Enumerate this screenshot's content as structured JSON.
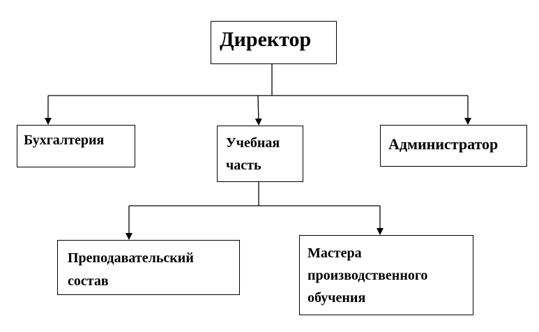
{
  "diagram": {
    "nodes": {
      "director": {
        "lines": [
          "Директор"
        ]
      },
      "accounting": {
        "lines": [
          "Бухгалтерия"
        ]
      },
      "academic": {
        "lines": [
          "Учебная",
          "часть"
        ]
      },
      "admin": {
        "lines": [
          "Администратор"
        ]
      },
      "teachers": {
        "lines": [
          "Преподавательский",
          "состав"
        ]
      },
      "masters": {
        "lines": [
          "Мастера",
          "производственного",
          "обучения"
        ]
      }
    },
    "edges": [
      {
        "from": "director",
        "to": "accounting"
      },
      {
        "from": "director",
        "to": "academic"
      },
      {
        "from": "director",
        "to": "admin"
      },
      {
        "from": "academic",
        "to": "teachers"
      },
      {
        "from": "academic",
        "to": "masters"
      }
    ],
    "colors": {
      "stroke": "#000000",
      "background": "#ffffff"
    }
  }
}
